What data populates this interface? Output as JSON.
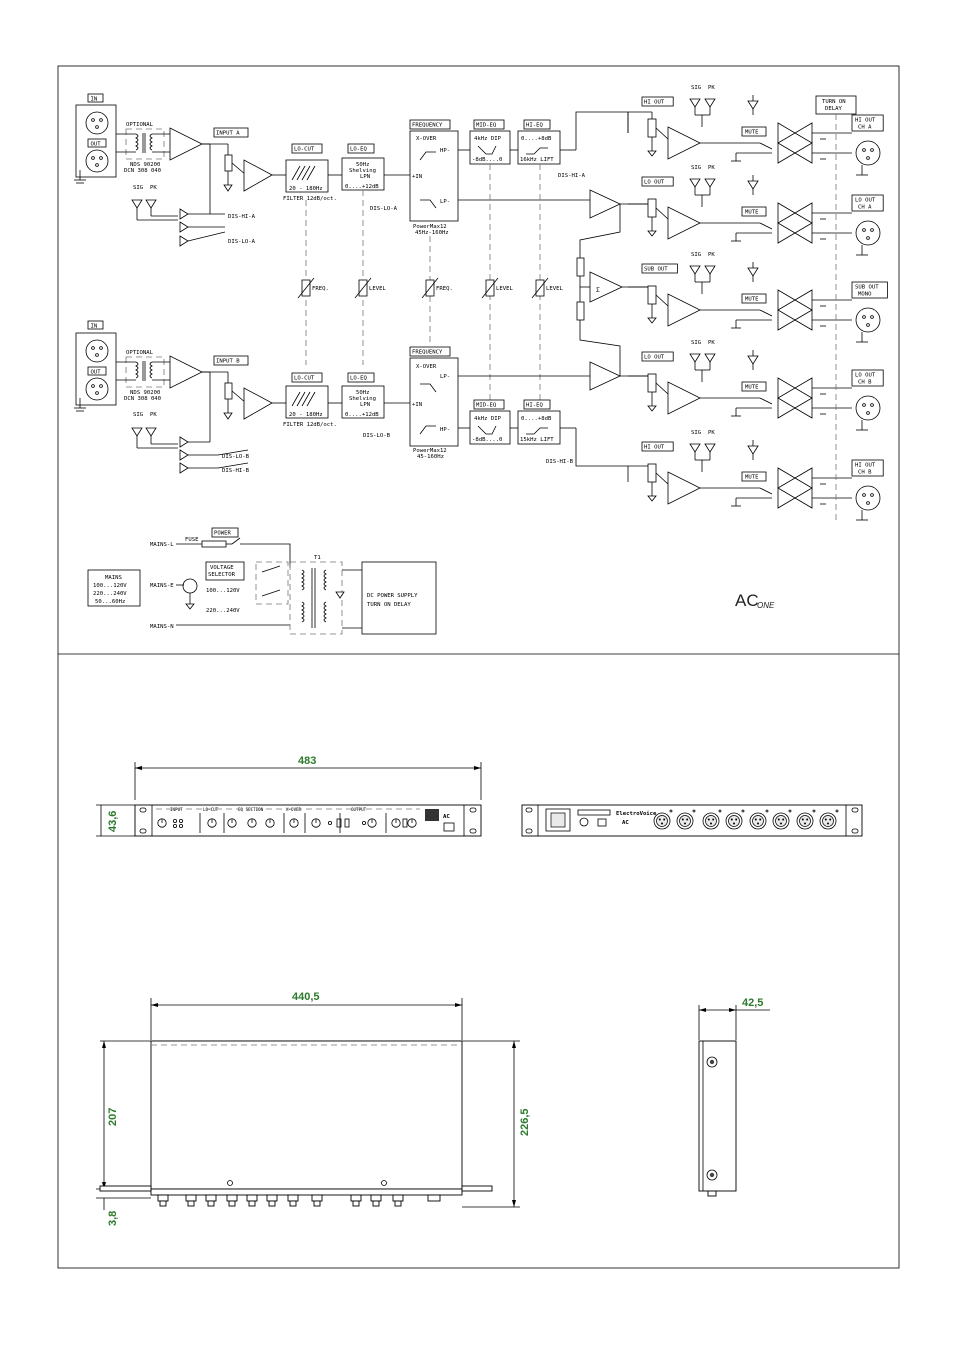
{
  "schematic": {
    "chA": {
      "in": "IN",
      "out": "OUT",
      "optional": "OPTIONAL",
      "transformer": [
        "NDS 90200",
        "DCN 308 040"
      ],
      "input": "INPUT A",
      "sig": "SIG",
      "pk": "PK",
      "dis_hi": "DIS-HI-A",
      "dis_lo": "DIS-LO-A",
      "locut": "LO-CUT",
      "locut_range": "20 - 180Hz",
      "locut_filter": "FILTER 12dB/oct.",
      "loeq": "LO-EQ",
      "loeq_text": [
        "50Hz",
        "Shelving",
        "LPN",
        "0....+12dB"
      ],
      "dis_lo_eq": "DIS-LO-A",
      "freq": "FREQUENCY",
      "xover": "X-OVER",
      "hp": "HP-",
      "inp": "+IN",
      "lp": "LP-",
      "powermax": [
        "PowerMax12",
        "45Hz-160Hz"
      ],
      "mideq": "MID-EQ",
      "mideq_text": [
        "4kHz DIP",
        "-8dB....0"
      ],
      "hieq": "HI-EQ",
      "hieq_text": [
        "0....+8dB",
        "16kHz LIFT"
      ],
      "dis_hi_eq": "DIS-HI-A"
    },
    "chB": {
      "in": "IN",
      "out": "OUT",
      "optional": "OPTIONAL",
      "transformer": [
        "NDS 90200",
        "DCN 308 040"
      ],
      "input": "INPUT B",
      "sig": "SIG",
      "pk": "PK",
      "dis_lo": "DIS-LO-B",
      "dis_hi": "DIS-HI-B",
      "locut": "LO-CUT",
      "locut_range": "20 - 180Hz",
      "locut_filter": "FILTER 12dB/oct.",
      "loeq": "LO-EQ",
      "loeq_text": [
        "50Hz",
        "Shelving",
        "LPN",
        "0....+12dB"
      ],
      "dis_lo_eq": "DIS-LO-B",
      "freq": "FREQUENCY",
      "xover": "X-OVER",
      "lp": "LP-",
      "inp": "+IN",
      "hp": "HP-",
      "powermax": [
        "PowerMax12",
        "45-160Hz"
      ],
      "mideq": "MID-EQ",
      "mideq_text": [
        "4kHz DIP",
        "-8dB....0"
      ],
      "hieq": "HI-EQ",
      "hieq_text": [
        "0....+8dB",
        "15kHz LIFT"
      ],
      "dis_hi_eq": "DIS-HI-B"
    },
    "controls": [
      "FREQ.",
      "LEVEL",
      "FREQ.",
      "LEVEL",
      "LEVEL"
    ],
    "outputs": [
      {
        "label": "HI OUT",
        "mute": "MUTE",
        "sig": "SIG",
        "pk": "PK",
        "conn": [
          "HI OUT",
          "CH A"
        ]
      },
      {
        "label": "LO OUT",
        "mute": "MUTE",
        "sig": "SIG",
        "pk": "PK",
        "conn": [
          "LO OUT",
          "CH A"
        ]
      },
      {
        "label": "SUB OUT",
        "mute": "MUTE",
        "sig": "SIG",
        "pk": "PK",
        "conn": [
          "SUB OUT",
          "MONO"
        ]
      },
      {
        "label": "LO OUT",
        "mute": "MUTE",
        "sig": "SIG",
        "pk": "PK",
        "conn": [
          "LO OUT",
          "CH B"
        ]
      },
      {
        "label": "HI OUT",
        "mute": "MUTE",
        "sig": "SIG",
        "pk": "PK",
        "conn": [
          "HI OUT",
          "CH B"
        ]
      }
    ],
    "turn_on_delay": [
      "TURN ON",
      "DELAY"
    ],
    "sigma": "Σ"
  },
  "power": {
    "mains_l": "MAINS-L",
    "mains_e": "MAINS-E",
    "mains_n": "MAINS-N",
    "fuse": "FUSE",
    "power": "POWER",
    "voltage_selector": [
      "VOLTAGE",
      "SELECTOR"
    ],
    "v1": "100...120V",
    "v2": "220...240V",
    "mains_box": [
      "MAINS",
      "100...120V",
      "220...240V",
      "50...60Hz"
    ],
    "t1": "T1",
    "dc_box": [
      "DC POWER SUPPLY",
      "TURN ON DELAY"
    ]
  },
  "logo": {
    "main": "AC",
    "sub": "ONE"
  },
  "front_panel": {
    "sections": [
      "INPUT",
      "LO-CUT",
      "EQ SECTION",
      "X-OVER",
      "OUTPUT"
    ],
    "brand": "AC"
  },
  "rear_panel": {
    "brand": "ElectroVoice",
    "model": "AC"
  },
  "dimensions": {
    "width": "483",
    "height": "43,6",
    "inner_width": "440,5",
    "depth": "207",
    "depth_total": "226,5",
    "foot": "3,8",
    "side": "42,5"
  }
}
